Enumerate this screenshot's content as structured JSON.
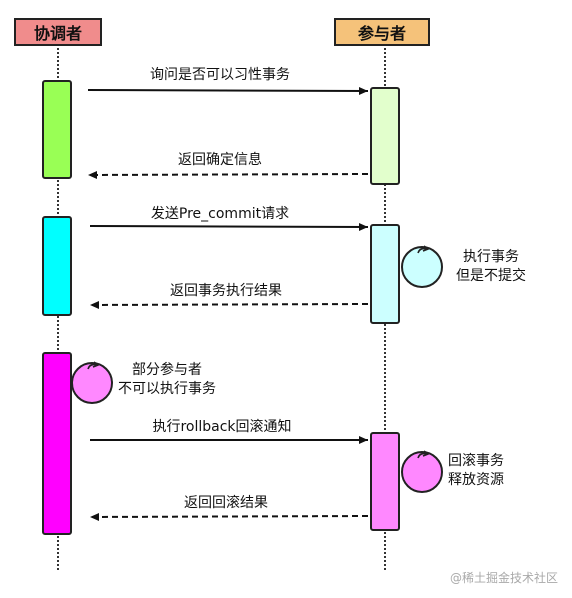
{
  "participants": {
    "coordinator": {
      "label": "协调者",
      "color": "#f08c8c"
    },
    "participant": {
      "label": "参与者",
      "color": "#f5c27a"
    }
  },
  "messages": {
    "m1": "询问是否可以习性事务",
    "m2": "返回确定信息",
    "m3": "发送Pre_commit请求",
    "m4": "返回事务执行结果",
    "m5": "执行rollback回滚通知",
    "m6": "返回回滚结果"
  },
  "notes": {
    "n1_line1": "执行事务",
    "n1_line2": "但是不提交",
    "n2_line1": "部分参与者",
    "n2_line2": "不可以执行事务",
    "n3_line1": "回滚事务",
    "n3_line2": "释放资源"
  },
  "colors": {
    "phase1_coordinator": "#99ff55",
    "phase1_participant": "#e2ffcc",
    "phase2_coordinator": "#00ffff",
    "phase2_participant": "#ccffff",
    "phase3_coordinator": "#ff00ff",
    "phase3_participant": "#ff88ff",
    "self_call_1": "#ccffff",
    "self_call_2": "#ff88ff",
    "self_call_3": "#ff88ff"
  },
  "watermark": "@稀土掘金技术社区"
}
